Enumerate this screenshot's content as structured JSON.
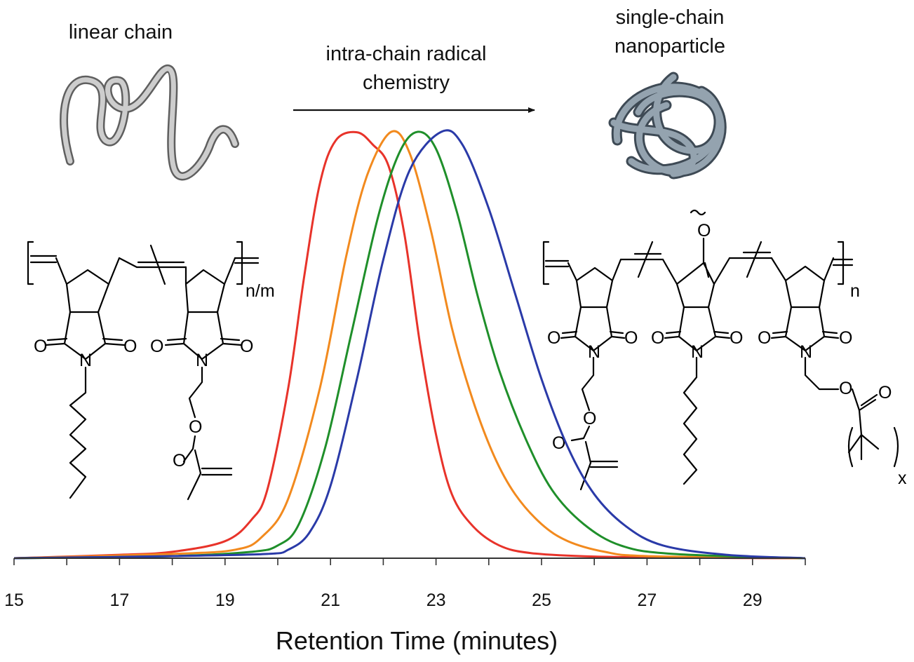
{
  "chart_data": {
    "type": "line",
    "xlabel": "Retention Time (minutes)",
    "ylabel": "",
    "xlim": [
      15,
      30
    ],
    "ylim": [
      0,
      1
    ],
    "x_ticks": [
      15,
      17,
      19,
      21,
      23,
      25,
      27,
      29
    ],
    "legend": "none",
    "grid": false,
    "series": [
      {
        "color": "#e8332a",
        "x": [
          15,
          17,
          18,
          19,
          19.5,
          19.8,
          20.2,
          20.5,
          20.8,
          21.1,
          21.5,
          21.8,
          22.1,
          22.4,
          22.7,
          23.0,
          23.3,
          23.7,
          24.2,
          24.8,
          26,
          28,
          30
        ],
        "values": [
          0.0,
          0.008,
          0.015,
          0.04,
          0.09,
          0.16,
          0.4,
          0.66,
          0.88,
          0.98,
          0.999,
          0.97,
          0.92,
          0.76,
          0.5,
          0.29,
          0.15,
          0.075,
          0.03,
          0.012,
          0.004,
          0.001,
          0.0
        ]
      },
      {
        "color": "#f28a1e",
        "x": [
          15,
          18,
          19.2,
          19.7,
          20.2,
          20.8,
          21.3,
          21.7,
          22.15,
          22.5,
          22.9,
          23.3,
          23.7,
          24.1,
          24.5,
          25.0,
          25.5,
          26.2,
          27,
          30
        ],
        "values": [
          0.0,
          0.01,
          0.02,
          0.05,
          0.14,
          0.4,
          0.71,
          0.9,
          1.0,
          0.95,
          0.77,
          0.54,
          0.37,
          0.24,
          0.15,
          0.08,
          0.04,
          0.015,
          0.005,
          0.0
        ]
      },
      {
        "color": "#1f8f2a",
        "x": [
          15,
          18,
          19.5,
          20.0,
          20.4,
          20.9,
          21.4,
          21.9,
          22.3,
          22.65,
          23.0,
          23.4,
          23.8,
          24.2,
          24.7,
          25.2,
          25.8,
          26.5,
          27.5,
          30
        ],
        "values": [
          0.0,
          0.005,
          0.015,
          0.03,
          0.08,
          0.26,
          0.53,
          0.8,
          0.95,
          1.0,
          0.96,
          0.81,
          0.61,
          0.44,
          0.28,
          0.16,
          0.08,
          0.03,
          0.01,
          0.0
        ]
      },
      {
        "color": "#2a3aa8",
        "x": [
          15,
          18,
          19.8,
          20.2,
          20.6,
          21.0,
          21.5,
          22.0,
          22.5,
          23.1,
          23.5,
          24.0,
          24.5,
          25.0,
          25.5,
          26.0,
          26.6,
          27.3,
          28.5,
          30
        ],
        "values": [
          0.0,
          0.005,
          0.01,
          0.02,
          0.06,
          0.17,
          0.42,
          0.7,
          0.91,
          1.0,
          0.97,
          0.82,
          0.62,
          0.42,
          0.26,
          0.15,
          0.075,
          0.03,
          0.008,
          0.0
        ]
      }
    ],
    "annotations": [
      "linear chain",
      "intra-chain radical chemistry",
      "single-chain nanoparticle"
    ]
  },
  "annotations": {
    "linear_chain": "linear chain",
    "arrow_line1": "intra-chain radical",
    "arrow_line2": "chemistry",
    "nanoparticle_line1": "single-chain",
    "nanoparticle_line2": "nanoparticle"
  },
  "structure_labels": {
    "left_subscript": "n/m",
    "right_subscript": "n",
    "right_x_subscript": "x",
    "oxygen": "O",
    "nitrogen": "N"
  },
  "colors": {
    "axis": "#333333",
    "chain_fill": "#c8c8c8",
    "chain_stroke": "#6b6b6b",
    "nanoparticle": "#7d8a95"
  }
}
